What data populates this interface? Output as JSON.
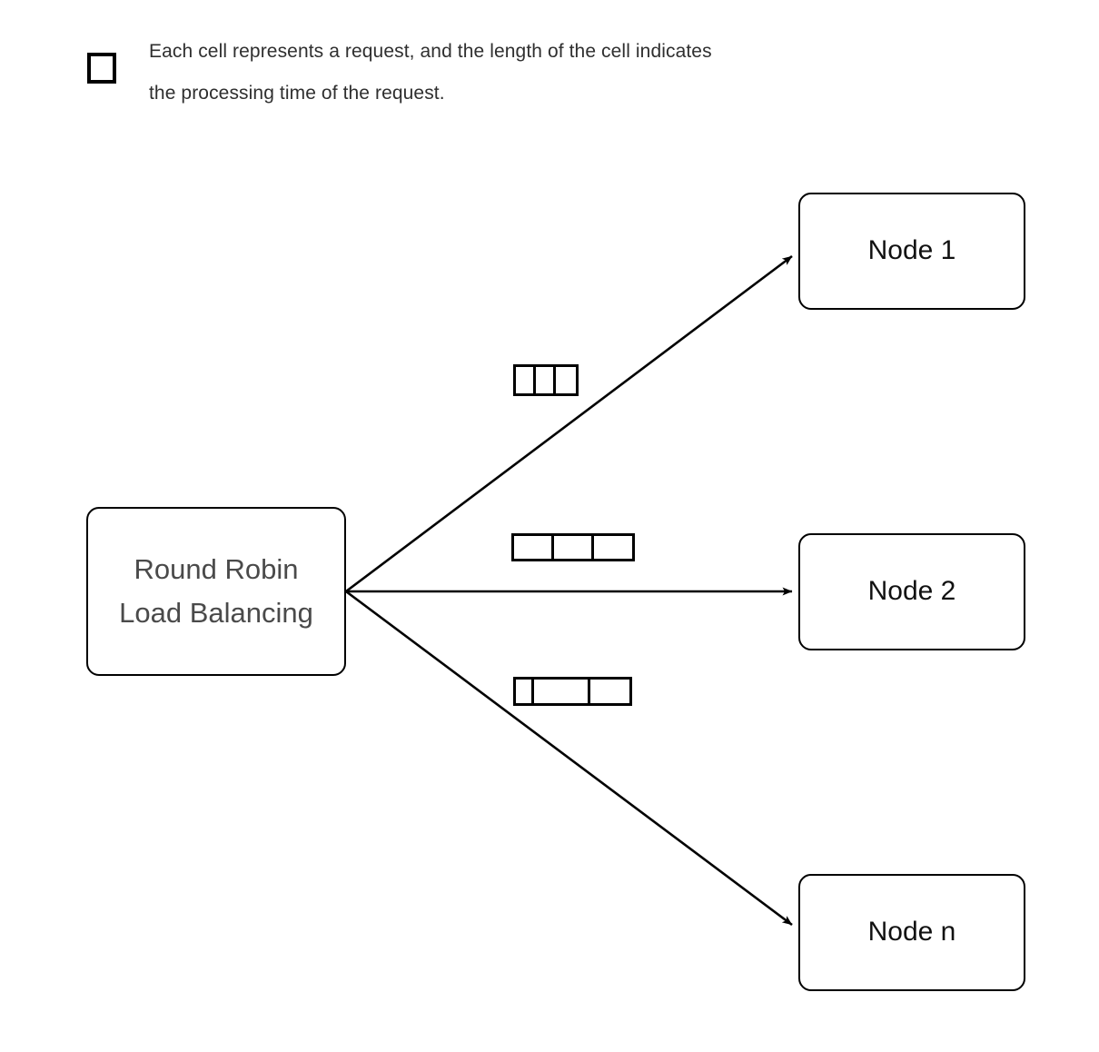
{
  "legend": {
    "swatch_icon": "empty-square-icon",
    "caption": "Each cell represents a request, and the length of the cell indicates\nthe processing time of the request."
  },
  "diagram": {
    "type": "load-balancer-flow",
    "source": {
      "label": "Round Robin\nLoad Balancing",
      "shape": "rounded-rectangle"
    },
    "nodes": [
      {
        "id": "node1",
        "label": "Node 1",
        "shape": "rounded-rectangle"
      },
      {
        "id": "node2",
        "label": "Node 2",
        "shape": "rounded-rectangle"
      },
      {
        "id": "noden",
        "label": "Node n",
        "shape": "rounded-rectangle"
      }
    ],
    "edges": [
      {
        "from": "source",
        "to": "node1",
        "arrow": "arrowhead-end",
        "direction": "up-right"
      },
      {
        "from": "source",
        "to": "node2",
        "arrow": "arrowhead-end",
        "direction": "right"
      },
      {
        "from": "source",
        "to": "noden",
        "arrow": "arrowhead-end",
        "direction": "down-right"
      }
    ],
    "request_queues": [
      {
        "for": "node1",
        "cell_count": 3,
        "cell_widths": [
          22,
          22,
          22
        ],
        "total_width": 66
      },
      {
        "for": "node2",
        "cell_count": 3,
        "cell_widths": [
          44,
          44,
          42
        ],
        "total_width": 130
      },
      {
        "for": "noden",
        "cell_count": 3,
        "cell_widths": [
          20,
          62,
          43
        ],
        "total_width": 125
      }
    ]
  },
  "colors": {
    "stroke": "#000000",
    "background": "#ffffff",
    "source_text": "#4a4a4a",
    "node_text": "#111111",
    "caption_text": "#2f2f2f"
  }
}
